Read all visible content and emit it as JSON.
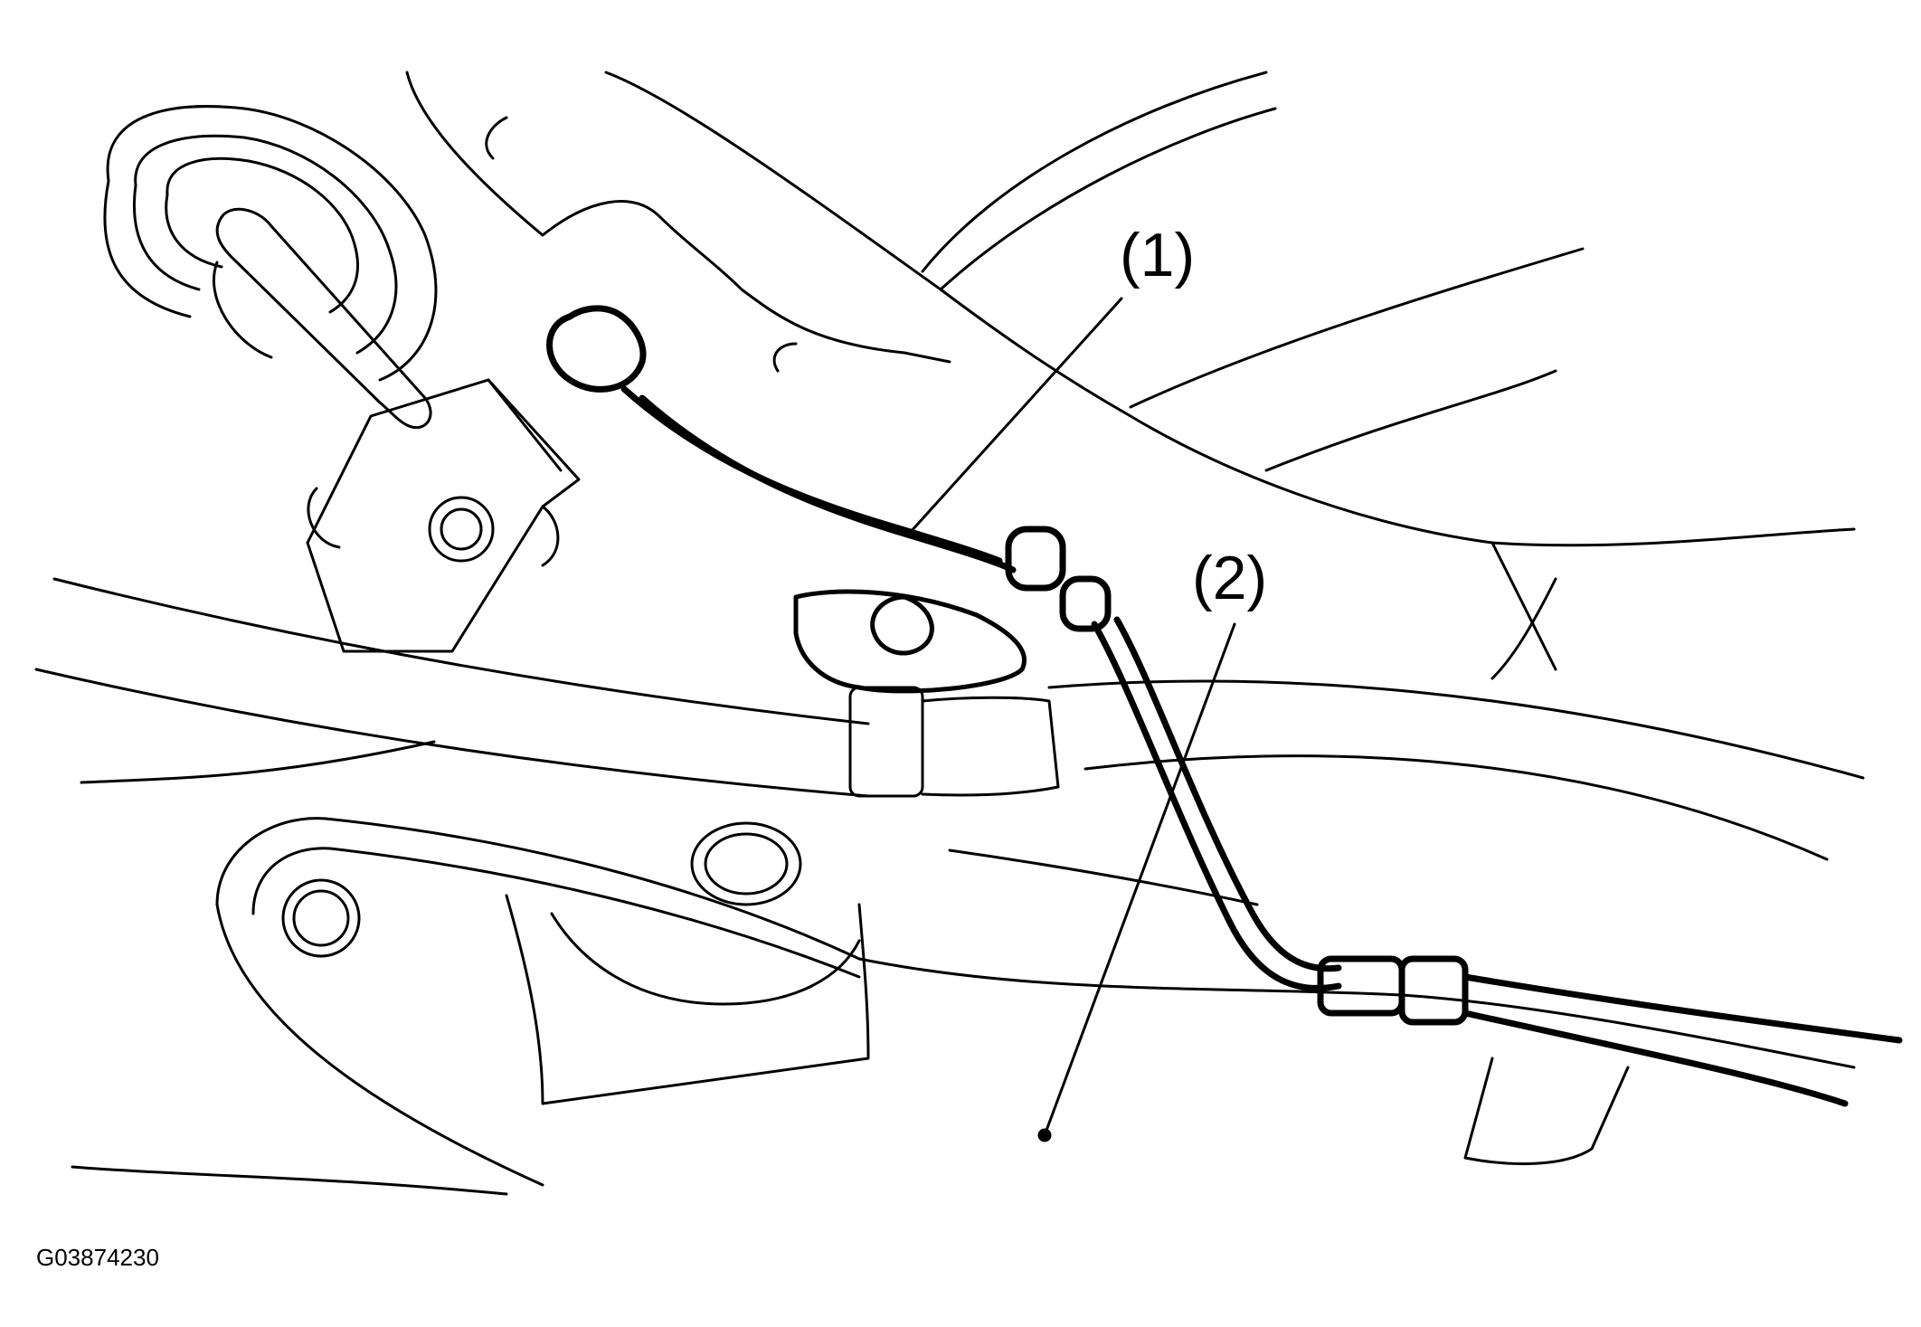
{
  "callouts": [
    {
      "label": "(1)"
    },
    {
      "label": "(2)"
    }
  ],
  "figure_id": "G03874230",
  "colors": {
    "line": "#000000",
    "background": "#ffffff"
  }
}
